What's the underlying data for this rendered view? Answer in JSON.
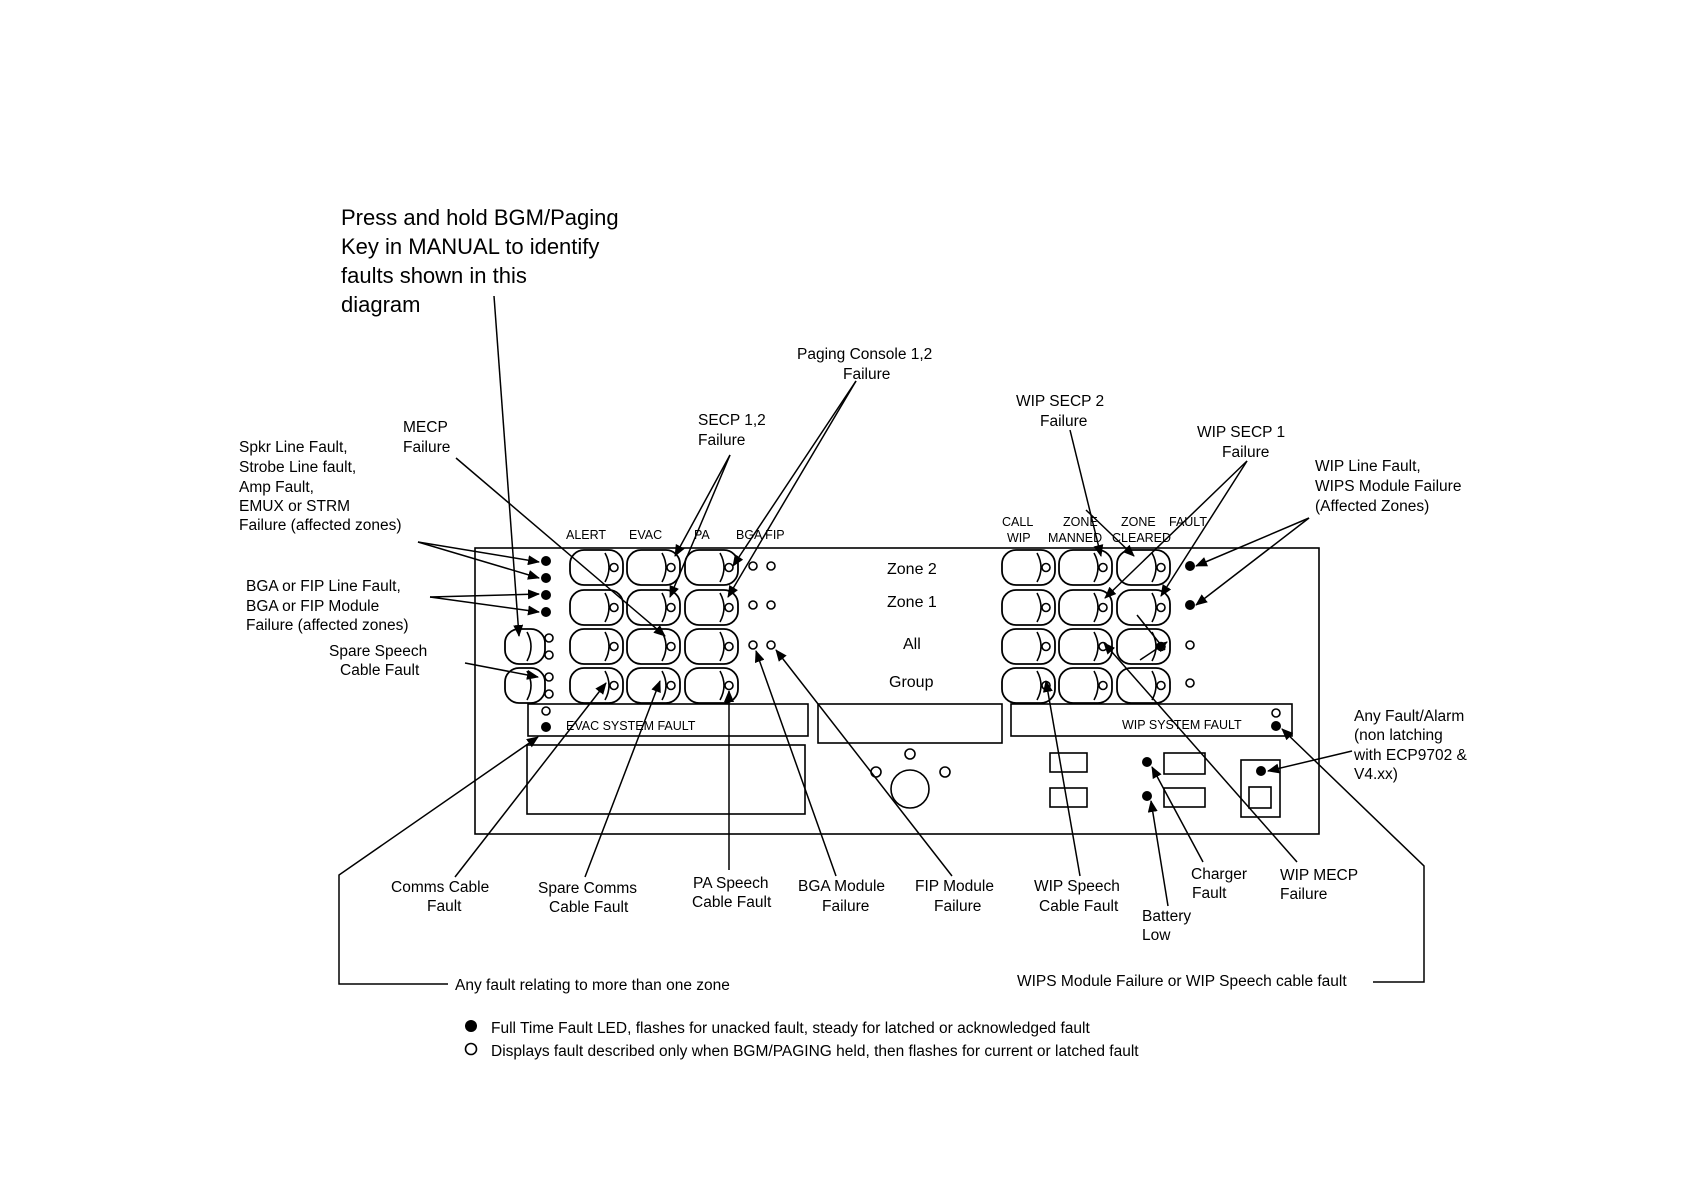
{
  "instruction": [
    "Press and hold BGM/Paging",
    "Key in MANUAL to identify",
    "faults shown in this",
    "diagram"
  ],
  "callouts": {
    "paging_console": [
      "Paging Console 1,2",
      "Failure"
    ],
    "secp": [
      "SECP 1,2",
      "Failure"
    ],
    "mecp": [
      "MECP",
      "Failure"
    ],
    "spkr": [
      "Spkr Line Fault,",
      "Strobe Line fault,",
      "Amp Fault,",
      "EMUX or STRM",
      "Failure (affected zones)"
    ],
    "bga_fip_line": [
      "BGA or FIP Line Fault,",
      "BGA or FIP Module",
      "Failure (affected zones)"
    ],
    "spare_speech": [
      "Spare Speech",
      "Cable Fault"
    ],
    "wip_secp2": [
      "WIP SECP 2",
      "Failure"
    ],
    "wip_secp1": [
      "WIP SECP 1",
      "Failure"
    ],
    "wip_line": [
      "WIP Line Fault,",
      "WIPS Module Failure",
      "(Affected Zones)"
    ],
    "any_fault_alarm": [
      "Any Fault/Alarm",
      "(non latching",
      "with ECP9702 &",
      "V4.xx)"
    ],
    "comms_cable": [
      "Comms Cable",
      "Fault"
    ],
    "spare_comms": [
      "Spare Comms",
      "Cable Fault"
    ],
    "pa_speech": [
      "PA Speech",
      "Cable Fault"
    ],
    "bga_module": [
      "BGA Module",
      "Failure"
    ],
    "fip_module": [
      "FIP Module",
      "Failure"
    ],
    "wip_speech": [
      "WIP Speech",
      "Cable Fault"
    ],
    "charger": [
      "Charger",
      "Fault"
    ],
    "battery": [
      "Battery",
      "Low"
    ],
    "wip_mecp": [
      "WIP MECP",
      "Failure"
    ],
    "more_than_one_zone": "Any fault relating to more than one zone",
    "wips_module_or_speech": "WIPS Module Failure or WIP Speech cable fault"
  },
  "panel": {
    "col_alert": "ALERT",
    "col_evac": "EVAC",
    "col_pa": "PA",
    "col_bga_fip": "BGA FIP",
    "col_call_wip": [
      "CALL",
      "WIP"
    ],
    "col_zone_manned": [
      "ZONE",
      "MANNED"
    ],
    "col_zone_cleared": [
      "ZONE",
      "CLEARED"
    ],
    "col_fault": "FAULT",
    "row_zone2": "Zone 2",
    "row_zone1": "Zone 1",
    "row_all": "All",
    "row_group": "Group",
    "evac_system_fault": "EVAC SYSTEM FAULT",
    "wip_system_fault": "WIP SYSTEM FAULT"
  },
  "legend": {
    "filled": "Full Time Fault LED, flashes for unacked fault, steady for latched or acknowledged fault",
    "hollow": "Displays fault described only when BGM/PAGING held, then flashes for current or latched fault"
  }
}
